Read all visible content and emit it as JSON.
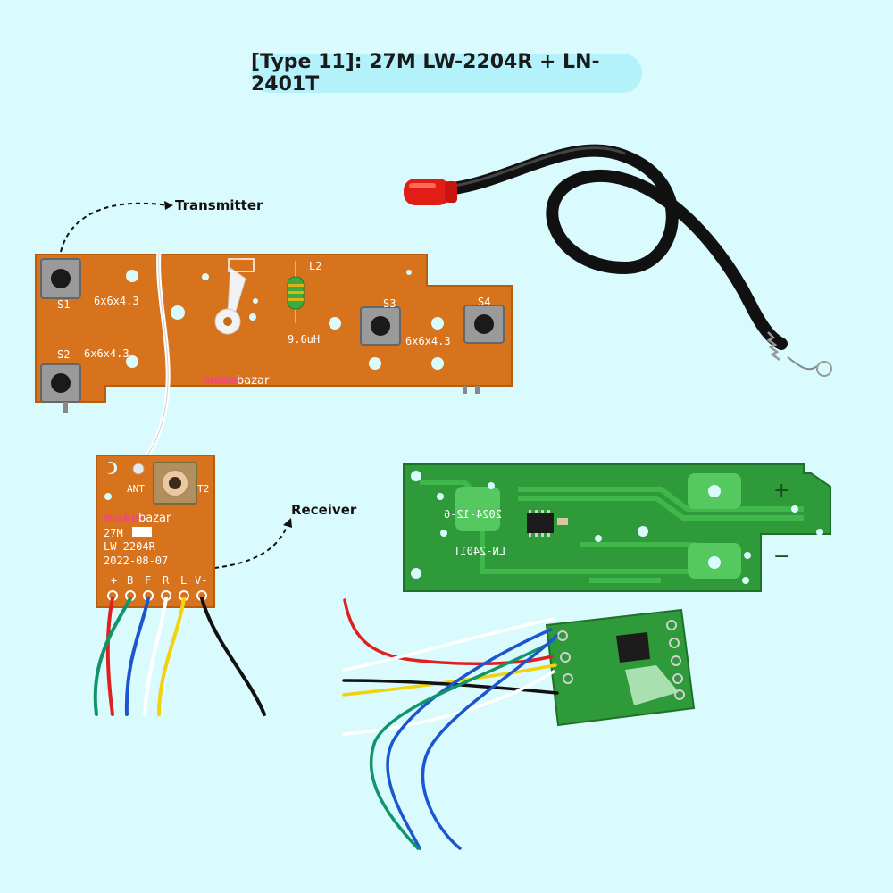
{
  "title": "[Type 11]: 27M LW-2204R + LN-2401T",
  "callouts": {
    "transmitter": "Transmitter",
    "receiver": "Receiver"
  },
  "transmitter_board": {
    "s1": "S1",
    "s2": "S2",
    "s3": "S3",
    "s4": "S4",
    "l2": "L2",
    "size_a": "6x6x4.3",
    "size_b": "6x6x4.3",
    "size_c": "6x6x4.3",
    "inductor": "9.6uH",
    "logo_a": "maker",
    "logo_b": "bazar"
  },
  "receiver_board": {
    "ant": "ANT",
    "t2": "T2",
    "logo_a": "maker",
    "logo_b": "bazar",
    "freq": "27M",
    "model": "LW-2204R",
    "date": "2022-08-07",
    "pins": [
      "+",
      "B",
      "F",
      "R",
      "L",
      "V-"
    ]
  },
  "green_board": {
    "date": "2024-12-6",
    "model": "LN-2401T"
  },
  "colors": {
    "background": "#d9fbfd",
    "title_pill": "#b3f1fb",
    "orange_pcb": "#d8731d",
    "green_pcb": "#2e9a3a",
    "wire_red": "#e02020",
    "wire_green": "#10956a",
    "wire_blue": "#1c55d0",
    "wire_white": "#ffffff",
    "wire_yellow": "#f3d20c",
    "wire_black": "#111111"
  }
}
